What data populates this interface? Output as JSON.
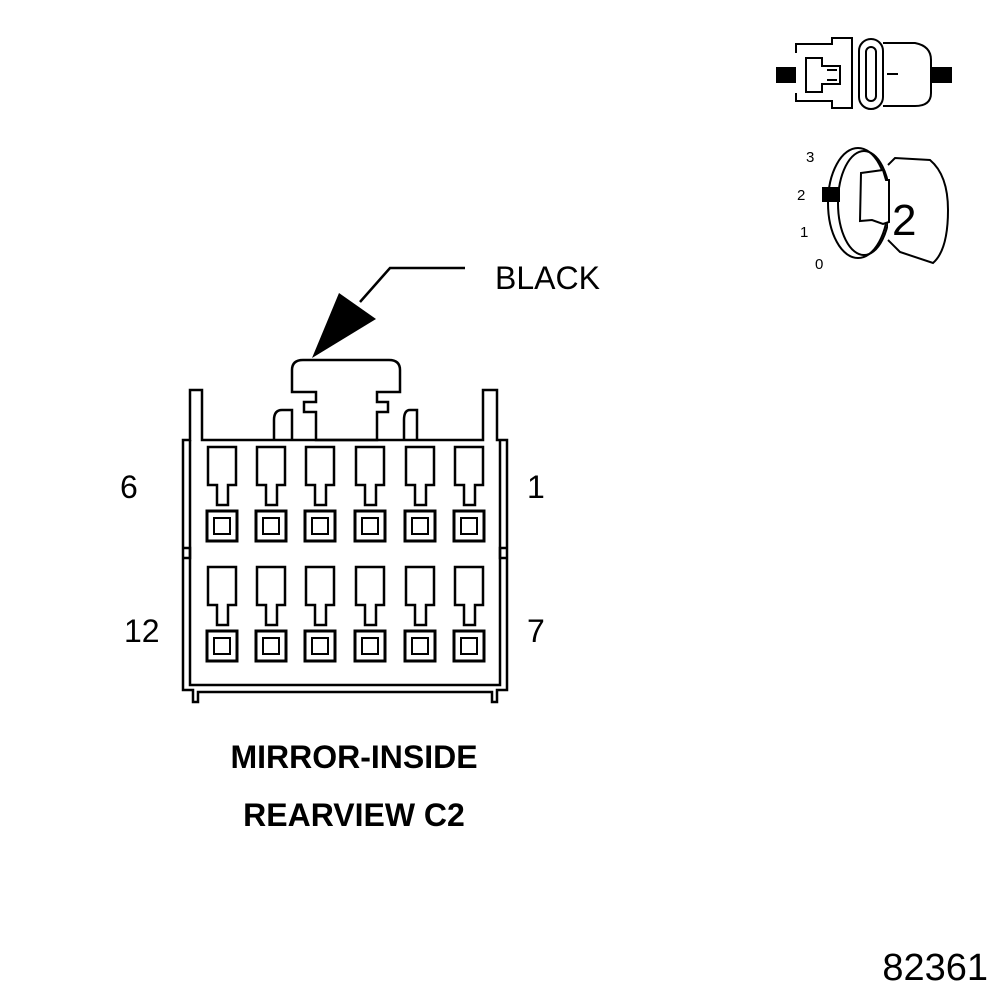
{
  "callout": {
    "label": "BLACK"
  },
  "pin_labels": {
    "top_left": "6",
    "top_right": "1",
    "bottom_left": "12",
    "bottom_right": "7"
  },
  "title": {
    "line1": "MIRROR-INSIDE",
    "line2": "REARVIEW C2"
  },
  "figure_id": "82361",
  "key_indicator": {
    "scale_labels": [
      "3",
      "2",
      "1",
      "0"
    ],
    "position": "2"
  }
}
